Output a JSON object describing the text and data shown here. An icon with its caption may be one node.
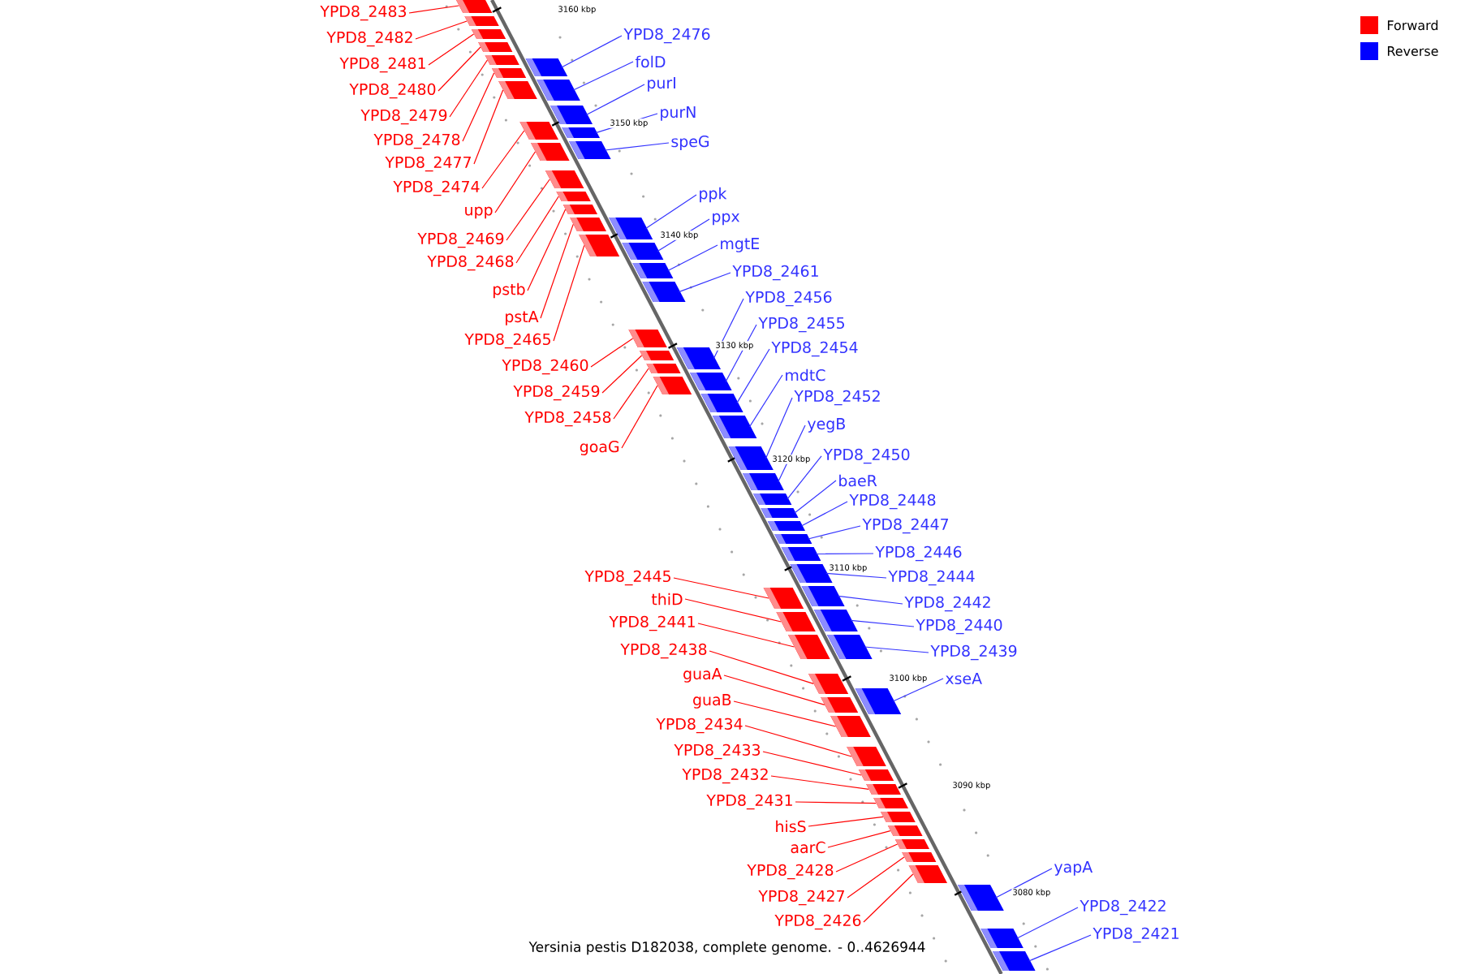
{
  "diagram": {
    "caption": "Yersinia pestis D182038, complete genome. - 0..4626944",
    "nodes": [
      {
        "text": [
          "YPD8_2483"
        ]
      },
      {
        "text": [
          "YPD8_2482"
        ]
      },
      {
        "text": [
          "YPD8_2481"
        ]
      },
      {
        "text": [
          "YPD8_2480"
        ]
      },
      {
        "text": [
          "YPD8_2479"
        ]
      },
      {
        "text": [
          "YPD8_2478"
        ]
      },
      {
        "text": [
          "YPD8_2477"
        ]
      },
      {
        "text": [
          "YPD8_2474"
        ]
      },
      {
        "text": [
          "upp"
        ]
      },
      {
        "text": [
          "YPD8_2469"
        ]
      },
      {
        "text": [
          "YPD8_2468"
        ]
      },
      {
        "text": [
          "pstb"
        ]
      },
      {
        "text": [
          "pstA"
        ]
      },
      {
        "text": [
          "YPD8_2465"
        ]
      },
      {
        "text": [
          "YPD8_2460"
        ]
      },
      {
        "text": [
          "YPD8_2459"
        ]
      },
      {
        "text": [
          "YPD8_2458"
        ]
      },
      {
        "text": [
          "goaG"
        ]
      },
      {
        "text": [
          "YPD8_2445"
        ]
      },
      {
        "text": [
          "thiD"
        ]
      },
      {
        "text": [
          "YPD8_2441"
        ]
      },
      {
        "text": [
          "YPD8_2438"
        ]
      },
      {
        "text": [
          "guaA"
        ]
      },
      {
        "text": [
          "guaB"
        ]
      },
      {
        "text": [
          "YPD8_2434"
        ]
      },
      {
        "text": [
          "YPD8_2433"
        ]
      },
      {
        "text": [
          "YPD8_2432"
        ]
      },
      {
        "text": [
          "YPD8_2431"
        ]
      },
      {
        "text": [
          "hisS"
        ]
      },
      {
        "text": [
          "aarC"
        ]
      },
      {
        "text": [
          "YPD8_2428"
        ]
      },
      {
        "text": [
          "YPD8_2427"
        ]
      },
      {
        "text": [
          "YPD8_2426"
        ]
      },
      {
        "text": [
          "YPD8_2476"
        ]
      },
      {
        "text": [
          "folD"
        ]
      },
      {
        "text": [
          "purI"
        ]
      },
      {
        "text": [
          "purN"
        ]
      },
      {
        "text": [
          "speG"
        ]
      },
      {
        "text": [
          "ppk"
        ]
      },
      {
        "text": [
          "ppx"
        ]
      },
      {
        "text": [
          "mgtE"
        ]
      },
      {
        "text": [
          "YPD8_2461"
        ]
      },
      {
        "text": [
          "YPD8_2456"
        ]
      },
      {
        "text": [
          "YPD8_2455"
        ]
      },
      {
        "text": [
          "YPD8_2454"
        ]
      },
      {
        "text": [
          "mdtC"
        ]
      },
      {
        "text": [
          "YPD8_2452"
        ]
      },
      {
        "text": [
          "yegB"
        ]
      },
      {
        "text": [
          "YPD8_2450"
        ]
      },
      {
        "text": [
          "baeR"
        ]
      },
      {
        "text": [
          "YPD8_2448"
        ]
      },
      {
        "text": [
          "YPD8_2447"
        ]
      },
      {
        "text": [
          "YPD8_2446"
        ]
      },
      {
        "text": [
          "YPD8_2444"
        ]
      },
      {
        "text": [
          "YPD8_2442"
        ]
      },
      {
        "text": [
          "YPD8_2440"
        ]
      },
      {
        "text": [
          "YPD8_2439"
        ]
      },
      {
        "text": [
          "xseA"
        ]
      },
      {
        "text": [
          "yapA"
        ]
      },
      {
        "text": [
          "YPD8_2422"
        ]
      },
      {
        "text": [
          "YPD8_2421"
        ]
      },
      {
        "text": [],
        "shape": "box"
      },
      {
        "text": [],
        "shape": "box"
      },
      {
        "text": [],
        "shape": "box"
      },
      {
        "text": [],
        "shape": "box"
      },
      {
        "text": [],
        "shape": "box"
      },
      {
        "text": [],
        "shape": "box"
      },
      {
        "text": [],
        "shape": "box"
      },
      {
        "text": [],
        "shape": "box"
      },
      {
        "text": [],
        "shape": "box"
      },
      {
        "text": [],
        "shape": "box"
      },
      {
        "text": [],
        "shape": "box"
      },
      {
        "text": [],
        "shape": "box"
      },
      {
        "text": [],
        "shape": "box"
      },
      {
        "text": [],
        "shape": "box"
      },
      {
        "text": [],
        "shape": "box"
      },
      {
        "text": [],
        "shape": "box"
      },
      {
        "text": [],
        "shape": "box"
      },
      {
        "text": [],
        "shape": "box"
      },
      {
        "text": [],
        "shape": "box"
      },
      {
        "text": [],
        "shape": "box"
      },
      {
        "text": [],
        "shape": "box"
      },
      {
        "text": [],
        "shape": "box"
      },
      {
        "text": [],
        "shape": "box"
      },
      {
        "text": [],
        "shape": "box"
      },
      {
        "text": [],
        "shape": "box"
      },
      {
        "text": [],
        "shape": "box"
      },
      {
        "text": [],
        "shape": "box"
      },
      {
        "text": [],
        "shape": "box"
      },
      {
        "text": [],
        "shape": "box"
      },
      {
        "text": [],
        "shape": "box"
      },
      {
        "text": [],
        "shape": "box"
      },
      {
        "text": [],
        "shape": "box"
      },
      {
        "text": [],
        "shape": "box"
      },
      {
        "text": [],
        "shape": "box"
      },
      {
        "text": [],
        "shape": "box"
      },
      {
        "text": [],
        "shape": "box"
      },
      {
        "text": [],
        "shape": "box"
      },
      {
        "text": [],
        "shape": "box"
      },
      {
        "text": [],
        "shape": "box"
      },
      {
        "text": [],
        "shape": "box"
      },
      {
        "text": [],
        "shape": "box"
      },
      {
        "text": [],
        "shape": "box"
      },
      {
        "text": [],
        "shape": "box"
      },
      {
        "text": [],
        "shape": "box"
      },
      {
        "text": [],
        "shape": "box"
      },
      {
        "text": [],
        "shape": "box"
      },
      {
        "text": [],
        "shape": "box"
      },
      {
        "text": [],
        "shape": "box"
      },
      {
        "text": [],
        "shape": "box"
      },
      {
        "text": [],
        "shape": "box"
      },
      {
        "text": [],
        "shape": "box"
      },
      {
        "text": [],
        "shape": "box"
      },
      {
        "text": [],
        "shape": "box"
      },
      {
        "text": [],
        "shape": "box"
      },
      {
        "text": [],
        "shape": "box"
      },
      {
        "text": [],
        "shape": "box"
      },
      {
        "text": [],
        "shape": "box"
      },
      {
        "text": [],
        "shape": "box"
      },
      {
        "text": [],
        "shape": "box"
      },
      {
        "text": [],
        "shape": "box"
      },
      {
        "text": [],
        "shape": "box"
      }
    ],
    "edges": [
      {
        "from": 0,
        "to": 61,
        "arrow": "none",
        "color": "#ff0000"
      },
      {
        "from": 1,
        "to": 62,
        "arrow": "none",
        "color": "#ff0000"
      },
      {
        "from": 2,
        "to": 63,
        "arrow": "none",
        "color": "#ff0000"
      },
      {
        "from": 3,
        "to": 64,
        "arrow": "none",
        "color": "#ff0000"
      },
      {
        "from": 4,
        "to": 65,
        "arrow": "none",
        "color": "#ff0000"
      },
      {
        "from": 5,
        "to": 67,
        "arrow": "none",
        "color": "#ff0000"
      },
      {
        "from": 6,
        "to": 68,
        "arrow": "none",
        "color": "#ff0000"
      },
      {
        "from": 7,
        "to": 72,
        "arrow": "none",
        "color": "#ff0000"
      },
      {
        "from": 8,
        "to": 74,
        "arrow": "none",
        "color": "#ff0000"
      },
      {
        "from": 9,
        "to": 75,
        "arrow": "none",
        "color": "#ff0000"
      },
      {
        "from": 10,
        "to": 76,
        "arrow": "none",
        "color": "#ff0000"
      },
      {
        "from": 11,
        "to": 77,
        "arrow": "none",
        "color": "#ff0000"
      },
      {
        "from": 12,
        "to": 78,
        "arrow": "none",
        "color": "#ff0000"
      },
      {
        "from": 13,
        "to": 80,
        "arrow": "none",
        "color": "#ff0000"
      },
      {
        "from": 14,
        "to": 84,
        "arrow": "none",
        "color": "#ff0000"
      },
      {
        "from": 15,
        "to": 85,
        "arrow": "none",
        "color": "#ff0000"
      },
      {
        "from": 16,
        "to": 87,
        "arrow": "none",
        "color": "#ff0000"
      },
      {
        "from": 17,
        "to": 88,
        "arrow": "none",
        "color": "#ff0000"
      },
      {
        "from": 18,
        "to": 101,
        "arrow": "none",
        "color": "#ff0000"
      },
      {
        "from": 19,
        "to": 102,
        "arrow": "none",
        "color": "#ff0000"
      },
      {
        "from": 20,
        "to": 104,
        "arrow": "none",
        "color": "#ff0000"
      },
      {
        "from": 21,
        "to": 106,
        "arrow": "none",
        "color": "#ff0000"
      },
      {
        "from": 22,
        "to": 108,
        "arrow": "none",
        "color": "#ff0000"
      },
      {
        "from": 23,
        "to": 109,
        "arrow": "none",
        "color": "#ff0000"
      },
      {
        "from": 24,
        "to": 110,
        "arrow": "none",
        "color": "#ff0000"
      },
      {
        "from": 25,
        "to": 111,
        "arrow": "none",
        "color": "#ff0000"
      },
      {
        "from": 26,
        "to": 112,
        "arrow": "none",
        "color": "#ff0000"
      },
      {
        "from": 27,
        "to": 113,
        "arrow": "none",
        "color": "#ff0000"
      },
      {
        "from": 28,
        "to": 114,
        "arrow": "none",
        "color": "#ff0000"
      },
      {
        "from": 29,
        "to": 115,
        "arrow": "none",
        "color": "#ff0000"
      },
      {
        "from": 30,
        "to": 116,
        "arrow": "none",
        "color": "#ff0000"
      },
      {
        "from": 31,
        "to": 117,
        "arrow": "none",
        "color": "#ff0000"
      },
      {
        "from": 32,
        "to": 118,
        "arrow": "none",
        "color": "#ff0000"
      },
      {
        "from": 33,
        "to": 66,
        "arrow": "none",
        "color": "#3333ff"
      },
      {
        "from": 34,
        "to": 69,
        "arrow": "none",
        "color": "#3333ff"
      },
      {
        "from": 35,
        "to": 70,
        "arrow": "none",
        "color": "#3333ff"
      },
      {
        "from": 36,
        "to": 71,
        "arrow": "none",
        "color": "#3333ff"
      },
      {
        "from": 37,
        "to": 73,
        "arrow": "none",
        "color": "#3333ff"
      },
      {
        "from": 38,
        "to": 79,
        "arrow": "none",
        "color": "#3333ff"
      },
      {
        "from": 39,
        "to": 81,
        "arrow": "none",
        "color": "#3333ff"
      },
      {
        "from": 40,
        "to": 82,
        "arrow": "none",
        "color": "#3333ff"
      },
      {
        "from": 41,
        "to": 83,
        "arrow": "none",
        "color": "#3333ff"
      },
      {
        "from": 42,
        "to": 86,
        "arrow": "none",
        "color": "#3333ff"
      },
      {
        "from": 43,
        "to": 89,
        "arrow": "none",
        "color": "#3333ff"
      },
      {
        "from": 44,
        "to": 90,
        "arrow": "none",
        "color": "#3333ff"
      },
      {
        "from": 45,
        "to": 91,
        "arrow": "none",
        "color": "#3333ff"
      },
      {
        "from": 46,
        "to": 92,
        "arrow": "none",
        "color": "#3333ff"
      },
      {
        "from": 47,
        "to": 93,
        "arrow": "none",
        "color": "#3333ff"
      },
      {
        "from": 48,
        "to": 94,
        "arrow": "none",
        "color": "#3333ff"
      },
      {
        "from": 49,
        "to": 95,
        "arrow": "none",
        "color": "#3333ff"
      },
      {
        "from": 50,
        "to": 96,
        "arrow": "none",
        "color": "#3333ff"
      },
      {
        "from": 51,
        "to": 97,
        "arrow": "none",
        "color": "#3333ff"
      },
      {
        "from": 52,
        "to": 98,
        "arrow": "none",
        "color": "#3333ff"
      },
      {
        "from": 53,
        "to": 99,
        "arrow": "none",
        "color": "#3333ff"
      },
      {
        "from": 54,
        "to": 100,
        "arrow": "none",
        "color": "#3333ff"
      },
      {
        "from": 55,
        "to": 103,
        "arrow": "none",
        "color": "#3333ff"
      },
      {
        "from": 56,
        "to": 105,
        "arrow": "none",
        "color": "#3333ff"
      },
      {
        "from": 57,
        "to": 107,
        "arrow": "none",
        "color": "#3333ff"
      },
      {
        "from": 58,
        "to": 119,
        "arrow": "none",
        "color": "#3333ff"
      },
      {
        "from": 59,
        "to": 120,
        "arrow": "none",
        "color": "#3333ff"
      },
      {
        "from": 60,
        "to": 121,
        "arrow": "none",
        "color": "#3333ff"
      }
    ],
    "labels": [
      "3160 kbp",
      "3150 kbp",
      "3140 kbp",
      "3130 kbp",
      "3120 kbp",
      "3110 kbp",
      "3100 kbp",
      "3090 kbp",
      "3080 kbp"
    ],
    "legend": [
      {
        "text": "Forward",
        "color": "#ff0000"
      },
      {
        "text": "Reverse",
        "color": "#0000ff"
      }
    ]
  }
}
